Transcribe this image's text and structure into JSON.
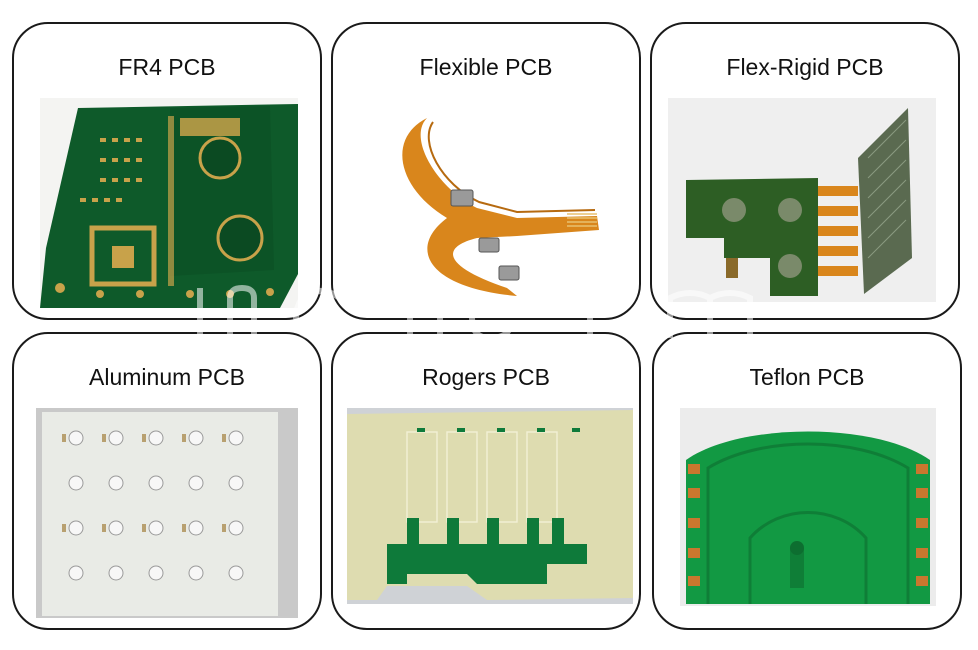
{
  "cards": [
    {
      "title": "FR4 PCB",
      "image_name": "fr4-pcb-photo"
    },
    {
      "title": "Flexible PCB",
      "image_name": "flexible-pcb-photo"
    },
    {
      "title": "Flex-Rigid PCB",
      "image_name": "flex-rigid-pcb-photo"
    },
    {
      "title": "Aluminum PCB",
      "image_name": "aluminum-pcb-photo"
    },
    {
      "title": "Rogers PCB",
      "image_name": "rogers-pcb-photo"
    },
    {
      "title": "Teflon PCB",
      "image_name": "teflon-pcb-photo"
    }
  ],
  "colors": {
    "border": "#1a1a1a",
    "pcb_green": "#0e5a2a",
    "gold_pad": "#c8a24a",
    "polyimide": "#d9861c",
    "aluminum": "#e9ebe6",
    "rogers": "#dedcb0",
    "teflon_green": "#129943",
    "copper": "#c9772e"
  }
}
